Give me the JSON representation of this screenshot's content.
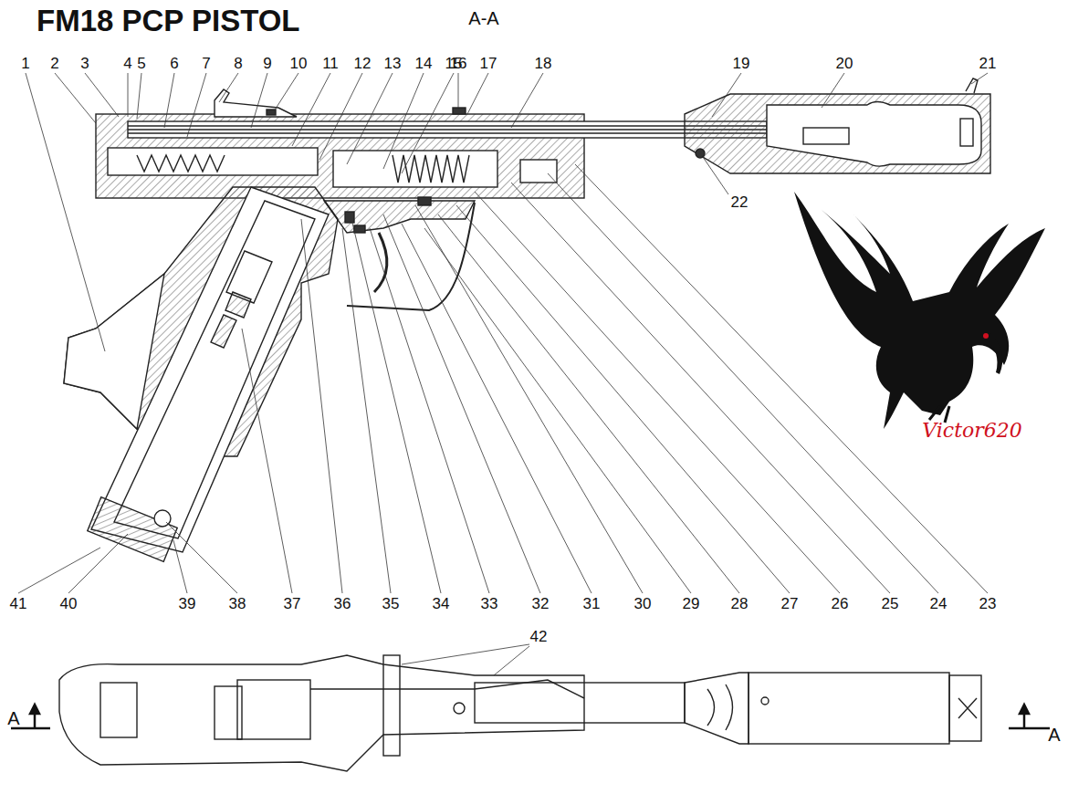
{
  "diagram": {
    "title": "FM18 PCP PISTOL",
    "labels": [
      "A-A",
      "1",
      "2",
      "3",
      "4",
      "5",
      "6",
      "7",
      "8",
      "9",
      "10",
      "11",
      "12",
      "13",
      "14",
      "15",
      "16",
      "17",
      "18",
      "19",
      "20",
      "21",
      "22",
      "23",
      "24",
      "25",
      "26",
      "27",
      "28",
      "29",
      "30",
      "31",
      "32",
      "33",
      "34",
      "35",
      "36",
      "37",
      "38",
      "39",
      "40",
      "41",
      "42",
      "A",
      "A",
      "Victor620"
    ]
  }
}
